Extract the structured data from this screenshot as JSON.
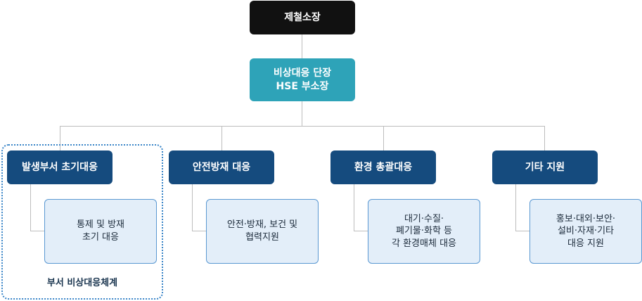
{
  "top": {
    "label": "제철소장"
  },
  "middle": {
    "label": "비상대응 단장\nHSE 부소장"
  },
  "departments": [
    {
      "label": "발생부서 초기대응",
      "task": "통제 및 방재\n초기 대응"
    },
    {
      "label": "안전방재 대응",
      "task": "안전·방재, 보건 및\n협력지원"
    },
    {
      "label": "환경 총괄대응",
      "task": "대기·수질·\n폐기물·화학 등\n각 환경매체 대응"
    },
    {
      "label": "기타 지원",
      "task": "홍보·대외·보안·\n설비·자재·기타\n대응 지원"
    }
  ],
  "group_caption": "부서 비상대응체계",
  "colors": {
    "top": "#111111",
    "middle": "#2ea3b8",
    "department": "#154b7e",
    "task_fill": "#e3eef9",
    "task_border": "#5a98d2",
    "connector": "#bdbdbd",
    "group_border": "#3a85c8"
  }
}
